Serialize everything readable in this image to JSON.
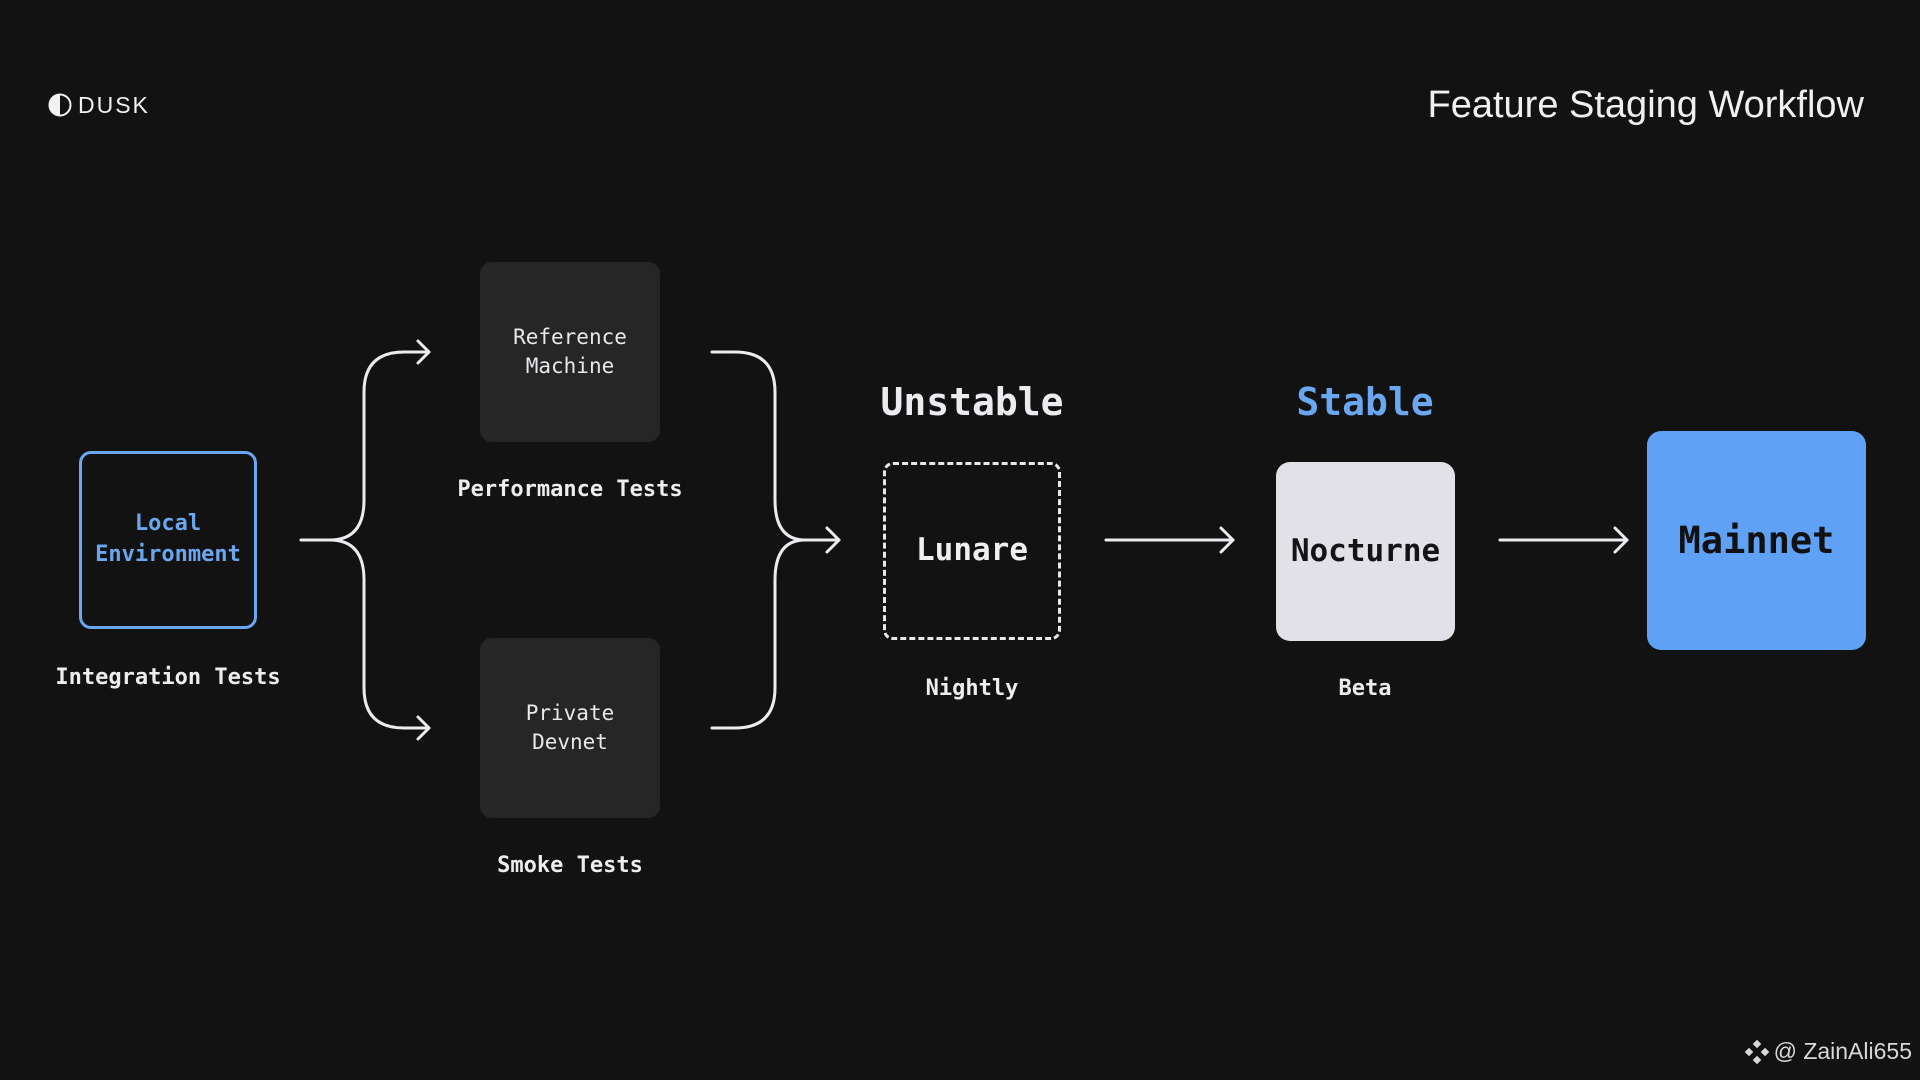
{
  "header": {
    "logo_text": "DUSK",
    "title": "Feature Staging Workflow"
  },
  "nodes": {
    "local": {
      "line1": "Local",
      "line2": "Environment",
      "caption": "Integration Tests"
    },
    "reference": {
      "line1": "Reference",
      "line2": "Machine",
      "caption": "Performance Tests"
    },
    "private": {
      "line1": "Private",
      "line2": "Devnet",
      "caption": "Smoke Tests"
    },
    "lunare": {
      "label": "Lunare",
      "caption": "Nightly"
    },
    "nocturne": {
      "label": "Nocturne",
      "caption": "Beta"
    },
    "mainnet": {
      "label": "Mainnet"
    }
  },
  "stages": {
    "unstable": "Unstable",
    "stable": "Stable"
  },
  "colors": {
    "background": "#121212",
    "accent_blue": "#6aa7f0",
    "mainnet_fill": "#5fa2f5",
    "dark_box": "#262626",
    "light_box": "#e3e1e8"
  },
  "footer": {
    "credit": "@ ZainAli655"
  }
}
